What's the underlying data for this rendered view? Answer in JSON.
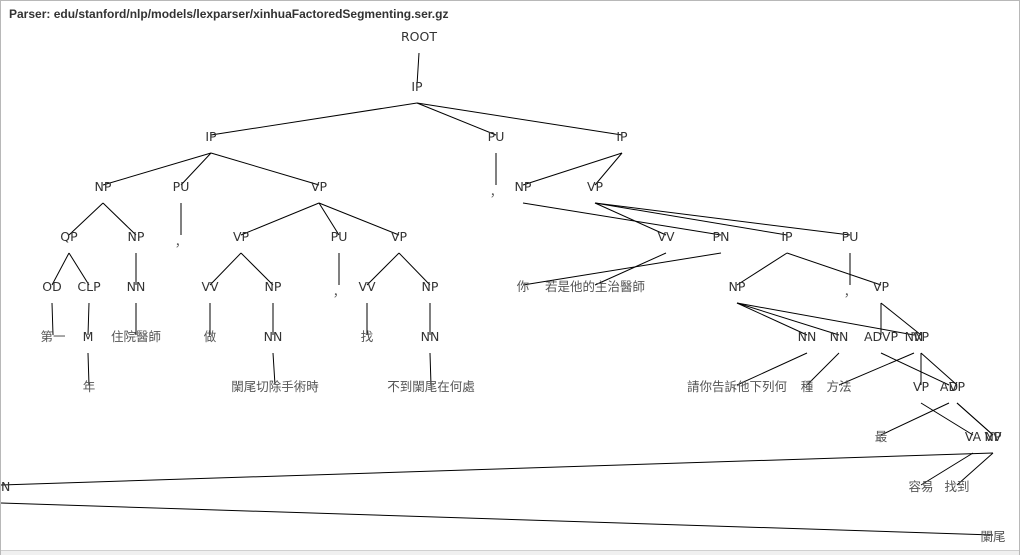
{
  "window": {
    "parser_label": "Parser: edu/stanford/nlp/models/lexparser/xinhuaFactoredSegmenting.ser.gz"
  },
  "tree": {
    "label": "ROOT",
    "children": [
      {
        "label": "IP",
        "children": [
          {
            "label": "IP",
            "children": [
              {
                "label": "NP",
                "children": [
                  {
                    "label": "QP",
                    "children": [
                      {
                        "label": "OD",
                        "children": [
                          {
                            "label": "第一",
                            "leaf": true
                          }
                        ]
                      },
                      {
                        "label": "CLP",
                        "children": [
                          {
                            "label": "M",
                            "children": [
                              {
                                "label": "年",
                                "leaf": true
                              }
                            ]
                          }
                        ]
                      }
                    ]
                  },
                  {
                    "label": "NP",
                    "children": [
                      {
                        "label": "NN",
                        "children": [
                          {
                            "label": "住院醫師",
                            "leaf": true
                          }
                        ]
                      }
                    ]
                  }
                ]
              },
              {
                "label": "PU",
                "children": [
                  {
                    "label": "，",
                    "leaf": true
                  }
                ]
              },
              {
                "label": "VP",
                "children": [
                  {
                    "label": "VP",
                    "children": [
                      {
                        "label": "VV",
                        "children": [
                          {
                            "label": "做",
                            "leaf": true
                          }
                        ]
                      },
                      {
                        "label": "NP",
                        "children": [
                          {
                            "label": "NN",
                            "children": [
                              {
                                "label": "闌尾切除手術時",
                                "leaf": true
                              }
                            ]
                          }
                        ]
                      }
                    ]
                  },
                  {
                    "label": "PU",
                    "children": [
                      {
                        "label": "，",
                        "leaf": true
                      }
                    ]
                  },
                  {
                    "label": "VP",
                    "children": [
                      {
                        "label": "VV",
                        "children": [
                          {
                            "label": "找",
                            "leaf": true
                          }
                        ]
                      },
                      {
                        "label": "NP",
                        "children": [
                          {
                            "label": "NN",
                            "children": [
                              {
                                "label": "不到闌尾在何處",
                                "leaf": true
                              }
                            ]
                          }
                        ]
                      }
                    ]
                  }
                ]
              }
            ]
          },
          {
            "label": "PU",
            "children": [
              {
                "label": "，",
                "leaf": true
              }
            ]
          },
          {
            "label": "IP",
            "children": [
              {
                "label": "NP",
                "children": [
                  {
                    "label": "PN",
                    "children": [
                      {
                        "label": "你",
                        "leaf": true
                      }
                    ]
                  }
                ]
              },
              {
                "label": "VP",
                "children": [
                  {
                    "label": "VV",
                    "children": [
                      {
                        "label": "若是他的主治醫師",
                        "leaf": true
                      }
                    ]
                  },
                  {
                    "label": "PU",
                    "children": [
                      {
                        "label": "，",
                        "leaf": true
                      }
                    ]
                  },
                  {
                    "label": "IP",
                    "children": [
                      {
                        "label": "NP",
                        "children": [
                          {
                            "label": "NN",
                            "children": [
                              {
                                "label": "請你告訴他下列何",
                                "leaf": true
                              }
                            ]
                          },
                          {
                            "label": "NN",
                            "children": [
                              {
                                "label": "種",
                                "leaf": true
                              }
                            ]
                          },
                          {
                            "label": "NN",
                            "children": [
                              {
                                "label": "方法",
                                "leaf": true
                              }
                            ]
                          }
                        ]
                      },
                      {
                        "label": "VP",
                        "children": [
                          {
                            "label": "ADVP",
                            "children": [
                              {
                                "label": "AD",
                                "children": [
                                  {
                                    "label": "最",
                                    "leaf": true
                                  }
                                ]
                              }
                            ]
                          },
                          {
                            "label": "VP",
                            "children": [
                              {
                                "label": "VP",
                                "children": [
                                  {
                                    "label": "VA",
                                    "children": [
                                      {
                                        "label": "容易",
                                        "leaf": true
                                      }
                                    ]
                                  }
                                ]
                              },
                              {
                                "label": "VP",
                                "children": [
                                  {
                                    "label": "VV",
                                    "children": [
                                      {
                                        "label": "找到",
                                        "leaf": true
                                      }
                                    ]
                                  },
                                  {
                                    "label": "NP",
                                    "children": [
                                      {
                                        "label": "NN",
                                        "children": [
                                          {
                                            "label": "闌尾",
                                            "leaf": true
                                          }
                                        ]
                                      }
                                    ]
                                  }
                                ]
                              }
                            ]
                          }
                        ]
                      }
                    ]
                  }
                ]
              }
            ]
          }
        ]
      }
    ]
  },
  "colors": {
    "category_text": "#333333",
    "word_text": "#555555",
    "edge": "#000000",
    "background": "#ffffff"
  }
}
